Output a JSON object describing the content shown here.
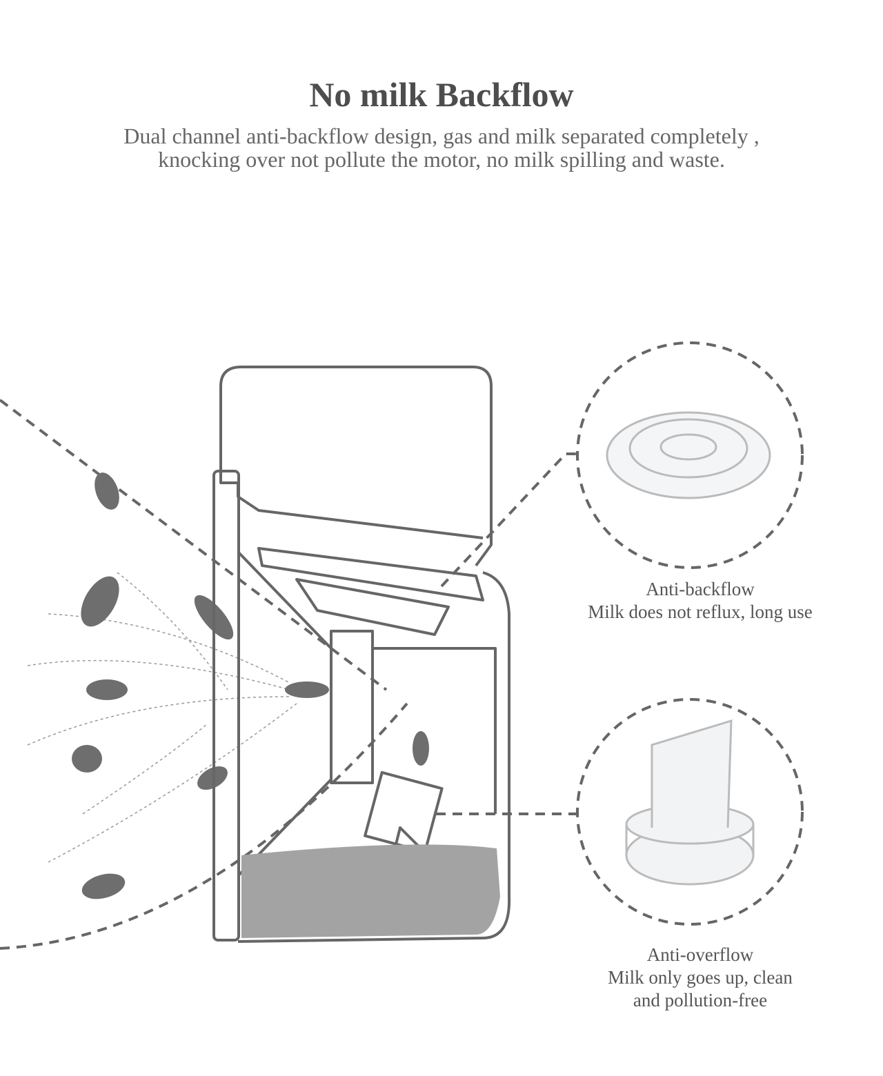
{
  "header": {
    "title": "No milk Backflow",
    "subtitle_line1": "Dual channel anti-backflow design, gas and milk separated completely ,",
    "subtitle_line2": "knocking over not pollute the motor, no milk spilling and waste."
  },
  "callouts": [
    {
      "title": "Anti-backflow",
      "desc": [
        "Milk does not reflux, long use"
      ]
    },
    {
      "title": "Anti-overflow",
      "desc": [
        "Milk only goes up, clean",
        "and pollution-free"
      ]
    }
  ],
  "colors": {
    "text": "#555555",
    "line": "#666666",
    "milk": "#999999",
    "drop": "#6e6e6e"
  }
}
